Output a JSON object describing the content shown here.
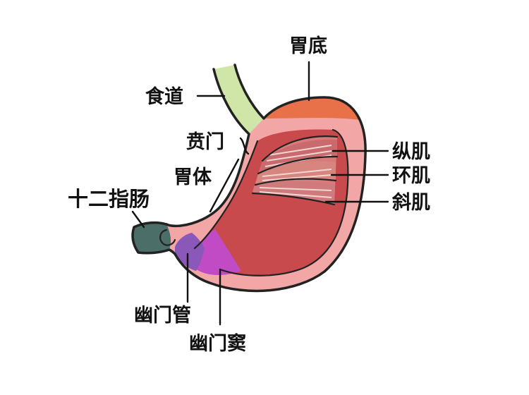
{
  "labels": {
    "fundus": "胃底",
    "esophagus": "食道",
    "cardia": "贲门",
    "body": "胃体",
    "duodenum": "十二指肠",
    "longitudinal": "纵肌",
    "circular": "环肌",
    "oblique": "斜肌",
    "pyloric_canal": "幽门管",
    "pyloric_antrum": "幽门窦"
  },
  "colors": {
    "esophagus": "#cfe6a8",
    "fundus": "#e8714a",
    "wall": "#f2a6a6",
    "inner": "#c94a4d",
    "muscle": "#d97b7b",
    "pyloric_canal": "#8a58b8",
    "pyloric_antrum": "#c04bc4",
    "duodenum": "#4b6e68",
    "outline": "#222222"
  }
}
